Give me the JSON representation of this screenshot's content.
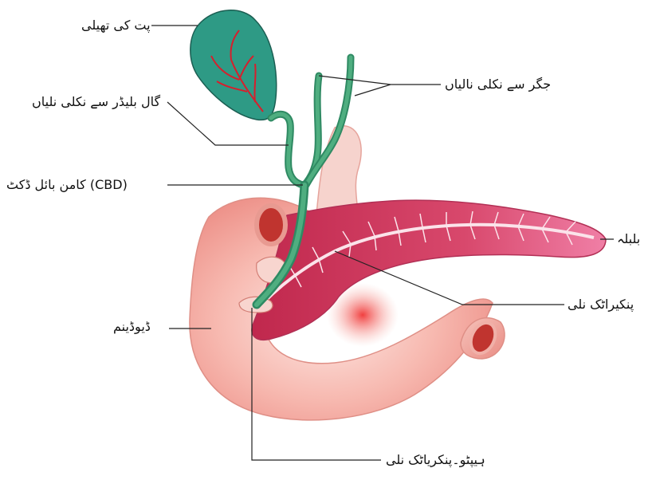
{
  "diagram": {
    "labels": {
      "gallbladder": "پت کی تھیلی",
      "hepatic_ducts": "جگر سے نکلی نالیاں",
      "cystic_duct": "گال بلیڈر سے نکلی نلیاں",
      "cbd": "کامن بائل ڈکٹ (CBD)",
      "pancreas": "بلبلہ",
      "pancreatic_duct": "پنکیراٹک نلی",
      "duodenum": "ڈیوڈینم",
      "hepato_pancreatic_duct": "ہیپٹو۔پنکریاٹک نلی"
    },
    "colors": {
      "gallbladder": "#2e9a85",
      "bile_duct": "#3e9b6e",
      "pancreas_duct": "#c8395b",
      "duodenum": "#f4a7a0",
      "vessel": "#d81e2c"
    }
  }
}
